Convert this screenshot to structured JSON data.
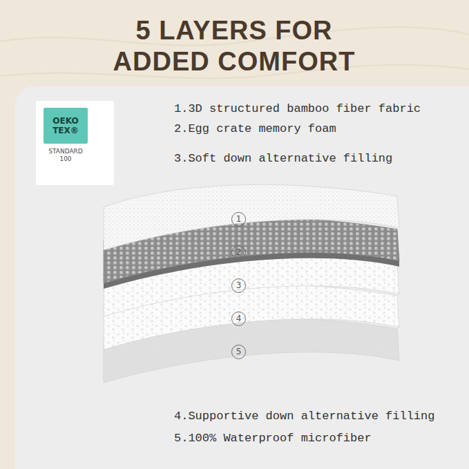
{
  "diagram": {
    "title": "5 LAYERS FOR ADDED COMFORT",
    "nodes": [
      {
        "text": [
          "STANDARD 100"
        ]
      },
      {
        "text": [
          "OEKO TEX®"
        ],
        "in": 0
      }
    ],
    "labels": [
      "1.3D structured bamboo fiber fabric",
      "2.Egg crate memory foam",
      "3.Soft down alternative filling",
      "1",
      "2",
      "3",
      "4",
      "5",
      "4.Supportive down alternative filling",
      "5.100% Waterproof microfiber"
    ]
  }
}
